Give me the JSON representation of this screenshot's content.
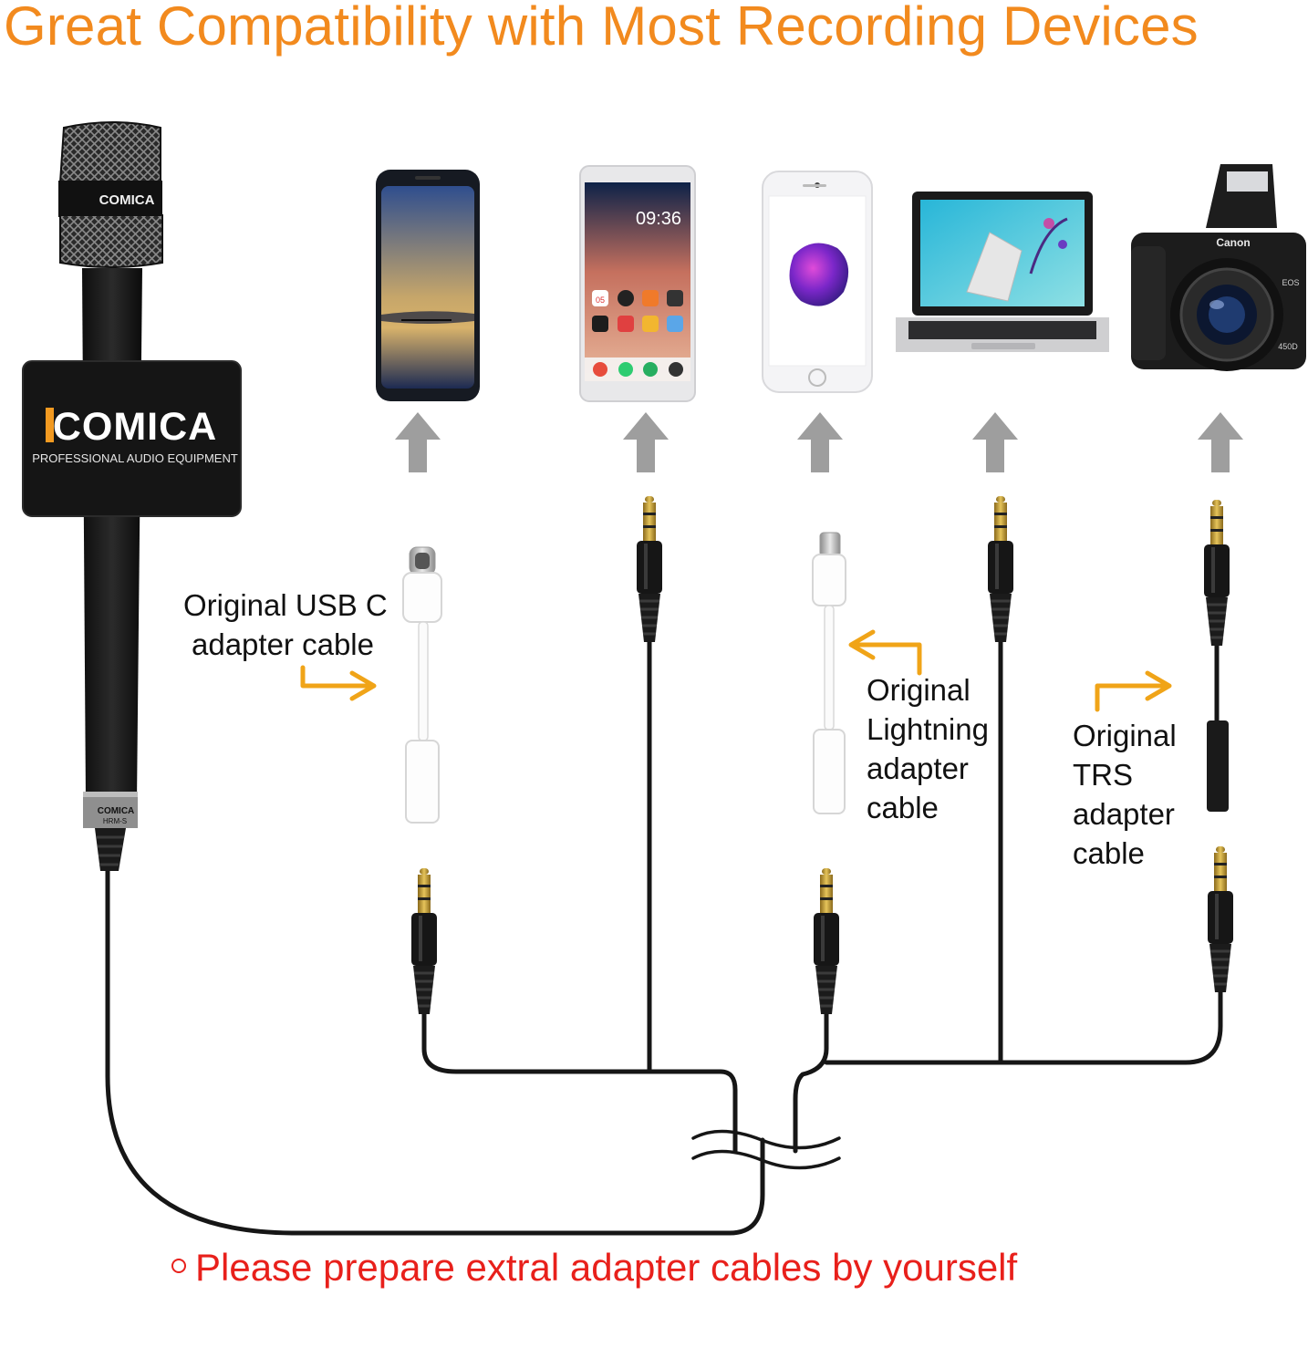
{
  "title": "Great Compatibility with Most Recording Devices",
  "microphone": {
    "head_brand": "COMICA",
    "flag_brand": "COMICA",
    "flag_tagline": "PROFESSIONAL AUDIO EQUIPMENT",
    "ring_brand": "COMICA",
    "ring_model": "HRM-S"
  },
  "devices": {
    "smartphone_clock": "09:36",
    "smartphone_icon_date": "05",
    "camera_brand": "Canon",
    "camera_model": "EOS",
    "camera_badge": "450D"
  },
  "callouts": {
    "usb_c": [
      "Original USB C",
      "adapter cable"
    ],
    "lightning": [
      "Original",
      "Lightning",
      "adapter",
      "cable"
    ],
    "trs": [
      "Original",
      "TRS",
      "adapter",
      "cable"
    ]
  },
  "footer_note": "Please prepare extral adapter cables by yourself",
  "colors": {
    "title": "#f28a1e",
    "callout_arrow": "#f0a418",
    "up_arrow": "#9e9e9e",
    "footer": "#e8201b",
    "cable": "#161616"
  }
}
